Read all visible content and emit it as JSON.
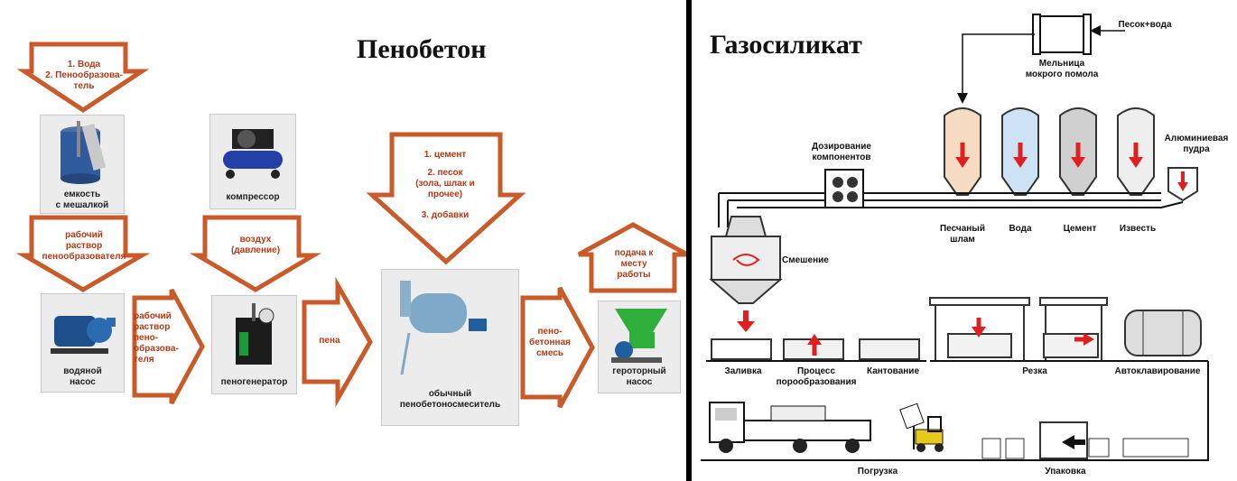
{
  "left": {
    "title": "Пенобетон",
    "top_arrow_text": "1. Вода\n2. Пенообразова-\nтель",
    "tank_label": "емкость\nс мешалкой",
    "compressor_label": "компрессор",
    "arrow_solution_text": "рабочий\nраствор\nпенообразователя",
    "arrow_air_text": "воздух\n(давление)",
    "arrow_cement_text": [
      "1. цемент",
      "2. песок\n(зола, шлак и\nпрочее)",
      "3. добавки"
    ],
    "arrow_delivery_text": "подача к\nместу\nработы",
    "pump_label": "водяной\nнасос",
    "arrow_right_solution_text": "рабочий\nраствор\nпено-\nобразова-\nтеля",
    "foam_gen_label": "пеногенератор",
    "arrow_foam_text": "пена",
    "mixer_label": "обычный\nпенобетоносмеситель",
    "arrow_mix_text": "пено-\nбетонная\nсмесь",
    "gerotor_label": "геротор­ный\nнасос",
    "accent_color": "#c95a2a",
    "arrow_text_color": "#b23a14"
  },
  "right": {
    "title": "Газосиликат",
    "sand_water": "Песок+вода",
    "mill": "Мельница\nмокрого помола",
    "dosing": "Дозирование\nкомпонентов",
    "aluminum": "Алюминиевая\nпудра",
    "silos": [
      "Песчаный\nшлам",
      "Вода",
      "Цемент",
      "Известь"
    ],
    "mixing": "Смешение",
    "pouring": "Заливка",
    "pore_process": "Процесс\nпорообразования",
    "tilting": "Кантование",
    "cutting": "Резка",
    "autoclave": "Автоклавирование",
    "loading": "Погрузка",
    "packing": "Упаковка",
    "arrow_color": "#e02020"
  }
}
